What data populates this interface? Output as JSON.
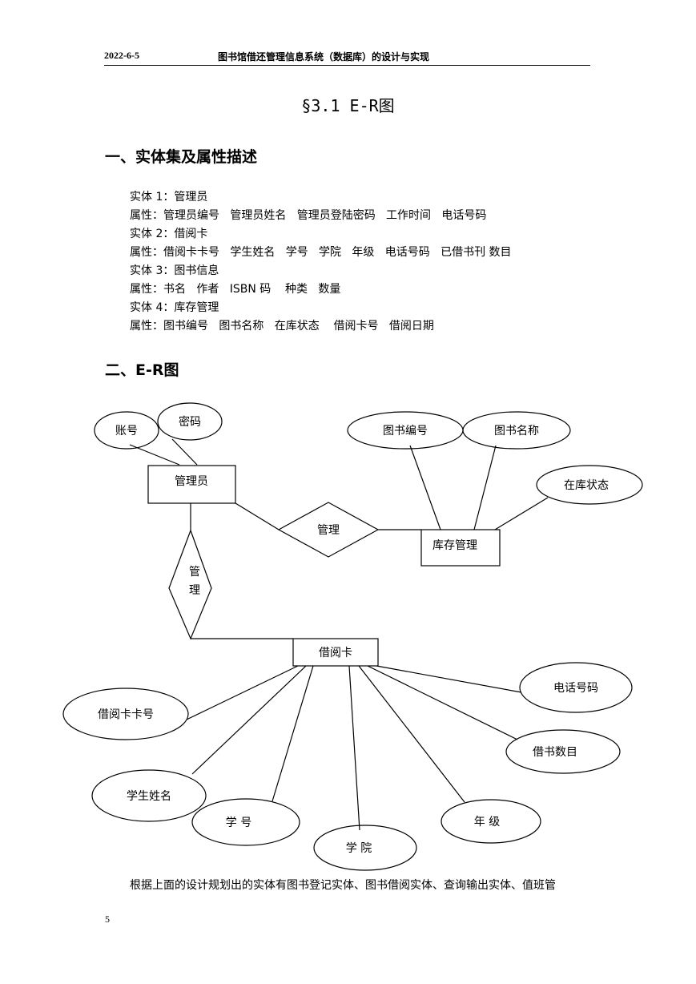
{
  "header": {
    "date": "2022-6-5",
    "title": "图书馆借还管理信息系统（数据库）的设计与实现"
  },
  "section_title": "§3.1 E-R图",
  "part1": {
    "heading": "一、实体集及属性描述",
    "lines": [
      "实体 1：管理员",
      "属性：管理员编号   管理员姓名   管理员登陆密码   工作时间   电话号码",
      "实体 2：借阅卡",
      "属性：借阅卡卡号   学生姓名   学号   学院   年级   电话号码   已借书刊 数目",
      "实体 3：图书信息",
      "属性：书名   作者   ISBN 码    种类   数量",
      "实体 4：库存管理",
      "属性：图书编号   图书名称   在库状态    借阅卡号   借阅日期"
    ]
  },
  "part2": {
    "heading": "二、E-R图"
  },
  "diagram": {
    "entities": {
      "admin": "管理员",
      "stock": "库存管理",
      "card": "借阅卡"
    },
    "relationships": {
      "manage_h": "管理",
      "manage_v_1": "管",
      "manage_v_2": "理"
    },
    "attributes": {
      "account": "账号",
      "password": "密码",
      "book_id": "图书编号",
      "book_name": "图书名称",
      "stock_status": "在库状态",
      "phone": "电话号码",
      "card_no": "借阅卡卡号",
      "borrow_count": "借书数目",
      "student_name": "学生姓名",
      "student_no": "学  号",
      "grade": "年  级",
      "college": "学  院"
    }
  },
  "footer_text": "根据上面的设计规划出的实体有图书登记实体、图书借阅实体、查询输出实体、值班管",
  "page_number": "5"
}
